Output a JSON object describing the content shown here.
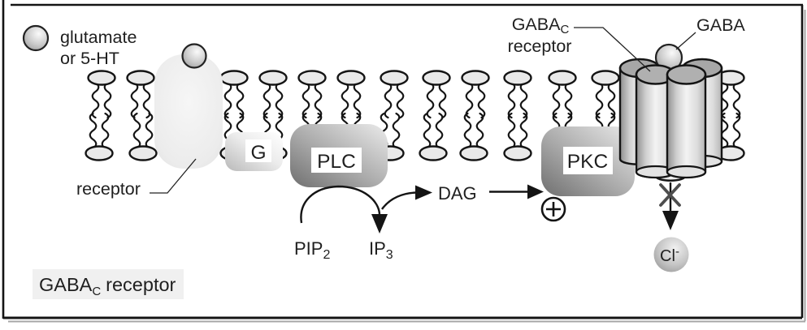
{
  "diagram": {
    "legend": {
      "line1": "glutamate",
      "line2": "or 5-HT"
    },
    "labels": {
      "receptor": "receptor",
      "g_protein": "G",
      "plc": "PLC",
      "pkc": "PKC",
      "dag": "DAG",
      "gaba": "GABA",
      "pip2_base": "PIP",
      "pip2_sub": "2",
      "ip3_base": "IP",
      "ip3_sub": "3",
      "gabac_base": "GABA",
      "gabac_sub": "C",
      "gabac_line2": "receptor",
      "chloride_base": "Cl",
      "chloride_sup": "-"
    },
    "caption": {
      "base": "GABA",
      "sub": "C",
      "rest": "receptor"
    },
    "icons": {
      "plus_circle_icon": "⊕",
      "blocked_cross_icon": "✕"
    },
    "colors": {
      "outline": "#141414",
      "text": "#1f1f1f",
      "membrane_head": "#e9e9e9",
      "enzyme_box_dark": "#757575",
      "enzyme_box_light": "#e9e9e9",
      "g_box_light": "#ffffff",
      "receptor_fill": "#ededed",
      "cylinder_top": "#a7a7a7",
      "caption_bg": "#f0f0f0",
      "blocked_cross": "#4d4d4d"
    }
  }
}
